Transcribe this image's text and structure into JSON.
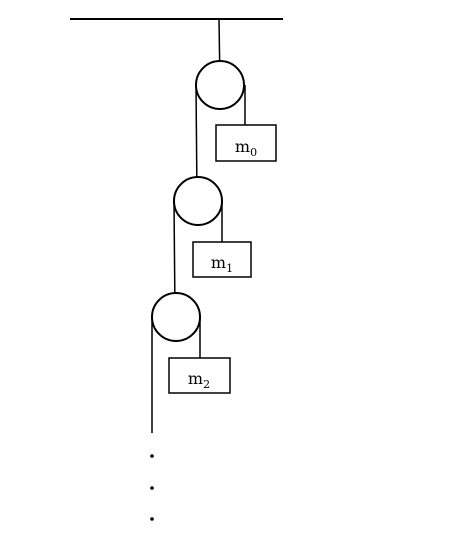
{
  "diagram": {
    "masses": [
      {
        "base": "m",
        "sub": "0"
      },
      {
        "base": "m",
        "sub": "1"
      },
      {
        "base": "m",
        "sub": "2"
      }
    ],
    "continuation": "…",
    "colors": {
      "stroke": "#000000",
      "background": "#ffffff"
    }
  }
}
